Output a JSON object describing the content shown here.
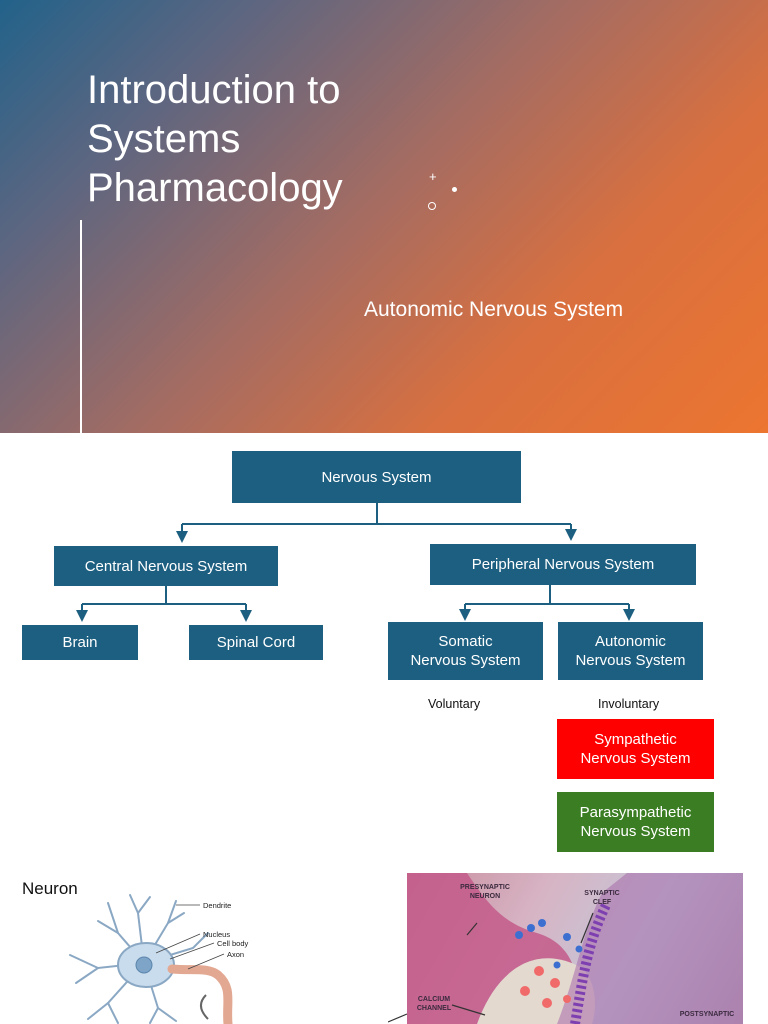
{
  "slide1": {
    "title_lines": [
      "Introduction to",
      "Systems",
      "Pharmacology"
    ],
    "subtitle": "Autonomic Nervous System"
  },
  "hierarchy": {
    "root": "Nervous System",
    "cns": "Central Nervous System",
    "pns": "Peripheral Nervous System",
    "brain": "Brain",
    "spinal_cord": "Spinal Cord",
    "somatic": [
      "Somatic",
      "Nervous System"
    ],
    "autonomic": [
      "Autonomic",
      "Nervous System"
    ],
    "voluntary": "Voluntary",
    "involuntary": "Involuntary",
    "sympathetic": [
      "Sympathetic",
      "Nervous System"
    ],
    "parasympathetic": [
      "Parasympathetic",
      "Nervous System"
    ]
  },
  "neuron_section": {
    "title": "Neuron",
    "labels": {
      "dendrite": "Dendrite",
      "nucleus": "Nucleus",
      "cell_body": "Cell body",
      "axon": "Axon"
    }
  },
  "synapse_figure": {
    "labels": {
      "presynaptic": [
        "PRESYNAPTIC",
        "NEURON"
      ],
      "synaptic_cleft": [
        "SYNAPTIC",
        "CLEF"
      ],
      "calcium_channel": [
        "CALCIUM",
        "CHANNEL"
      ],
      "postsynaptic": [
        "POSTSYNAPTIC"
      ]
    }
  },
  "colors": {
    "box_blue": "#1d5f80",
    "sympathetic_red": "#ff0000",
    "parasympathetic_green": "#3a7d22"
  }
}
